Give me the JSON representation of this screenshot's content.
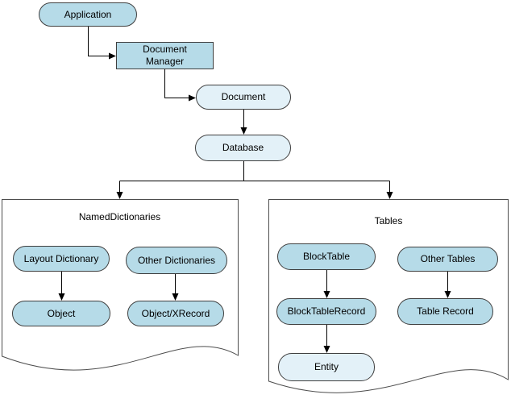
{
  "colors": {
    "background": "#FFFFFF",
    "node_fill_medium": "#B6DBE8",
    "node_fill_light": "#E3F1F8",
    "node_border": "#3F3F3F",
    "container_border": "#4D4D4D",
    "connector": "#000000",
    "text": "#000000"
  },
  "diagram": {
    "nodes": {
      "application": {
        "label": "Application"
      },
      "document_manager": {
        "label": "Document Manager"
      },
      "document": {
        "label": "Document"
      },
      "database": {
        "label": "Database"
      },
      "layout_dictionary": {
        "label": "Layout Dictionary"
      },
      "other_dictionaries": {
        "label": "Other Dictionaries"
      },
      "object": {
        "label": "Object"
      },
      "object_xrecord": {
        "label": "Object/XRecord"
      },
      "block_table": {
        "label": "BlockTable"
      },
      "other_tables": {
        "label": "Other Tables"
      },
      "block_table_record": {
        "label": "BlockTableRecord"
      },
      "table_record": {
        "label": "Table Record"
      },
      "entity": {
        "label": "Entity"
      }
    },
    "groups": {
      "named_dictionaries": {
        "title": "NamedDictionaries"
      },
      "tables": {
        "title": "Tables"
      }
    },
    "edges": [
      {
        "from": "application",
        "to": "document_manager"
      },
      {
        "from": "document_manager",
        "to": "document"
      },
      {
        "from": "document",
        "to": "database"
      },
      {
        "from": "database",
        "to": "named_dictionaries"
      },
      {
        "from": "database",
        "to": "tables"
      },
      {
        "from": "layout_dictionary",
        "to": "object"
      },
      {
        "from": "other_dictionaries",
        "to": "object_xrecord"
      },
      {
        "from": "block_table",
        "to": "block_table_record"
      },
      {
        "from": "block_table_record",
        "to": "entity"
      },
      {
        "from": "other_tables",
        "to": "table_record"
      }
    ]
  }
}
